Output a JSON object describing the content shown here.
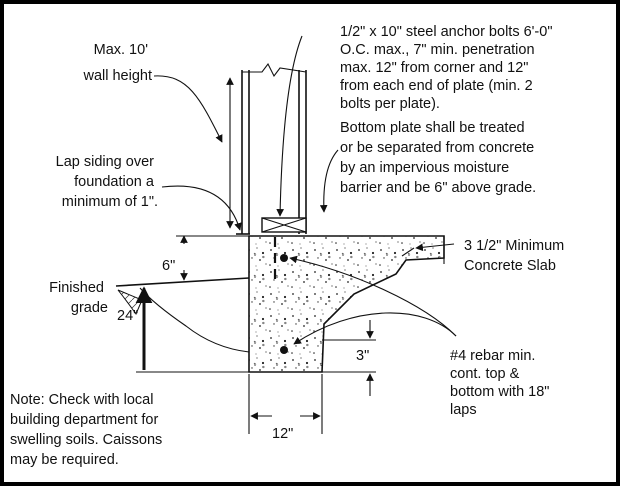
{
  "labels": {
    "wall_height": [
      "Max. 10'",
      "wall height"
    ],
    "anchor_bolts": [
      "1/2\" x 10\" steel anchor bolts 6'-0\"",
      "O.C. max., 7\" min. penetration",
      "max. 12\" from corner and 12\"",
      "from each end of plate (min. 2",
      "bolts per plate)."
    ],
    "bottom_plate": [
      "Bottom plate shall be treated",
      "or be separated from concrete",
      "by an impervious moisture",
      "barrier and be 6\" above grade."
    ],
    "lap_siding": [
      "Lap siding over",
      "foundation a",
      "minimum of 1\"."
    ],
    "slab": [
      "3 1/2\" Minimum",
      "Concrete Slab"
    ],
    "finished_grade": [
      "Finished",
      "grade"
    ],
    "rebar": [
      "#4 rebar min.",
      "cont. top &",
      "bottom with 18\"",
      "laps"
    ],
    "note": [
      "Note:  Check with local",
      "building department for",
      "swelling soils.  Caissons",
      "may be required."
    ]
  },
  "dimensions": {
    "above_grade": "6\"",
    "depth": "24\"",
    "cover": "3\"",
    "width": "12\""
  },
  "colors": {
    "ink": "#111111",
    "frame": "#000000",
    "paper": "#ffffff"
  }
}
